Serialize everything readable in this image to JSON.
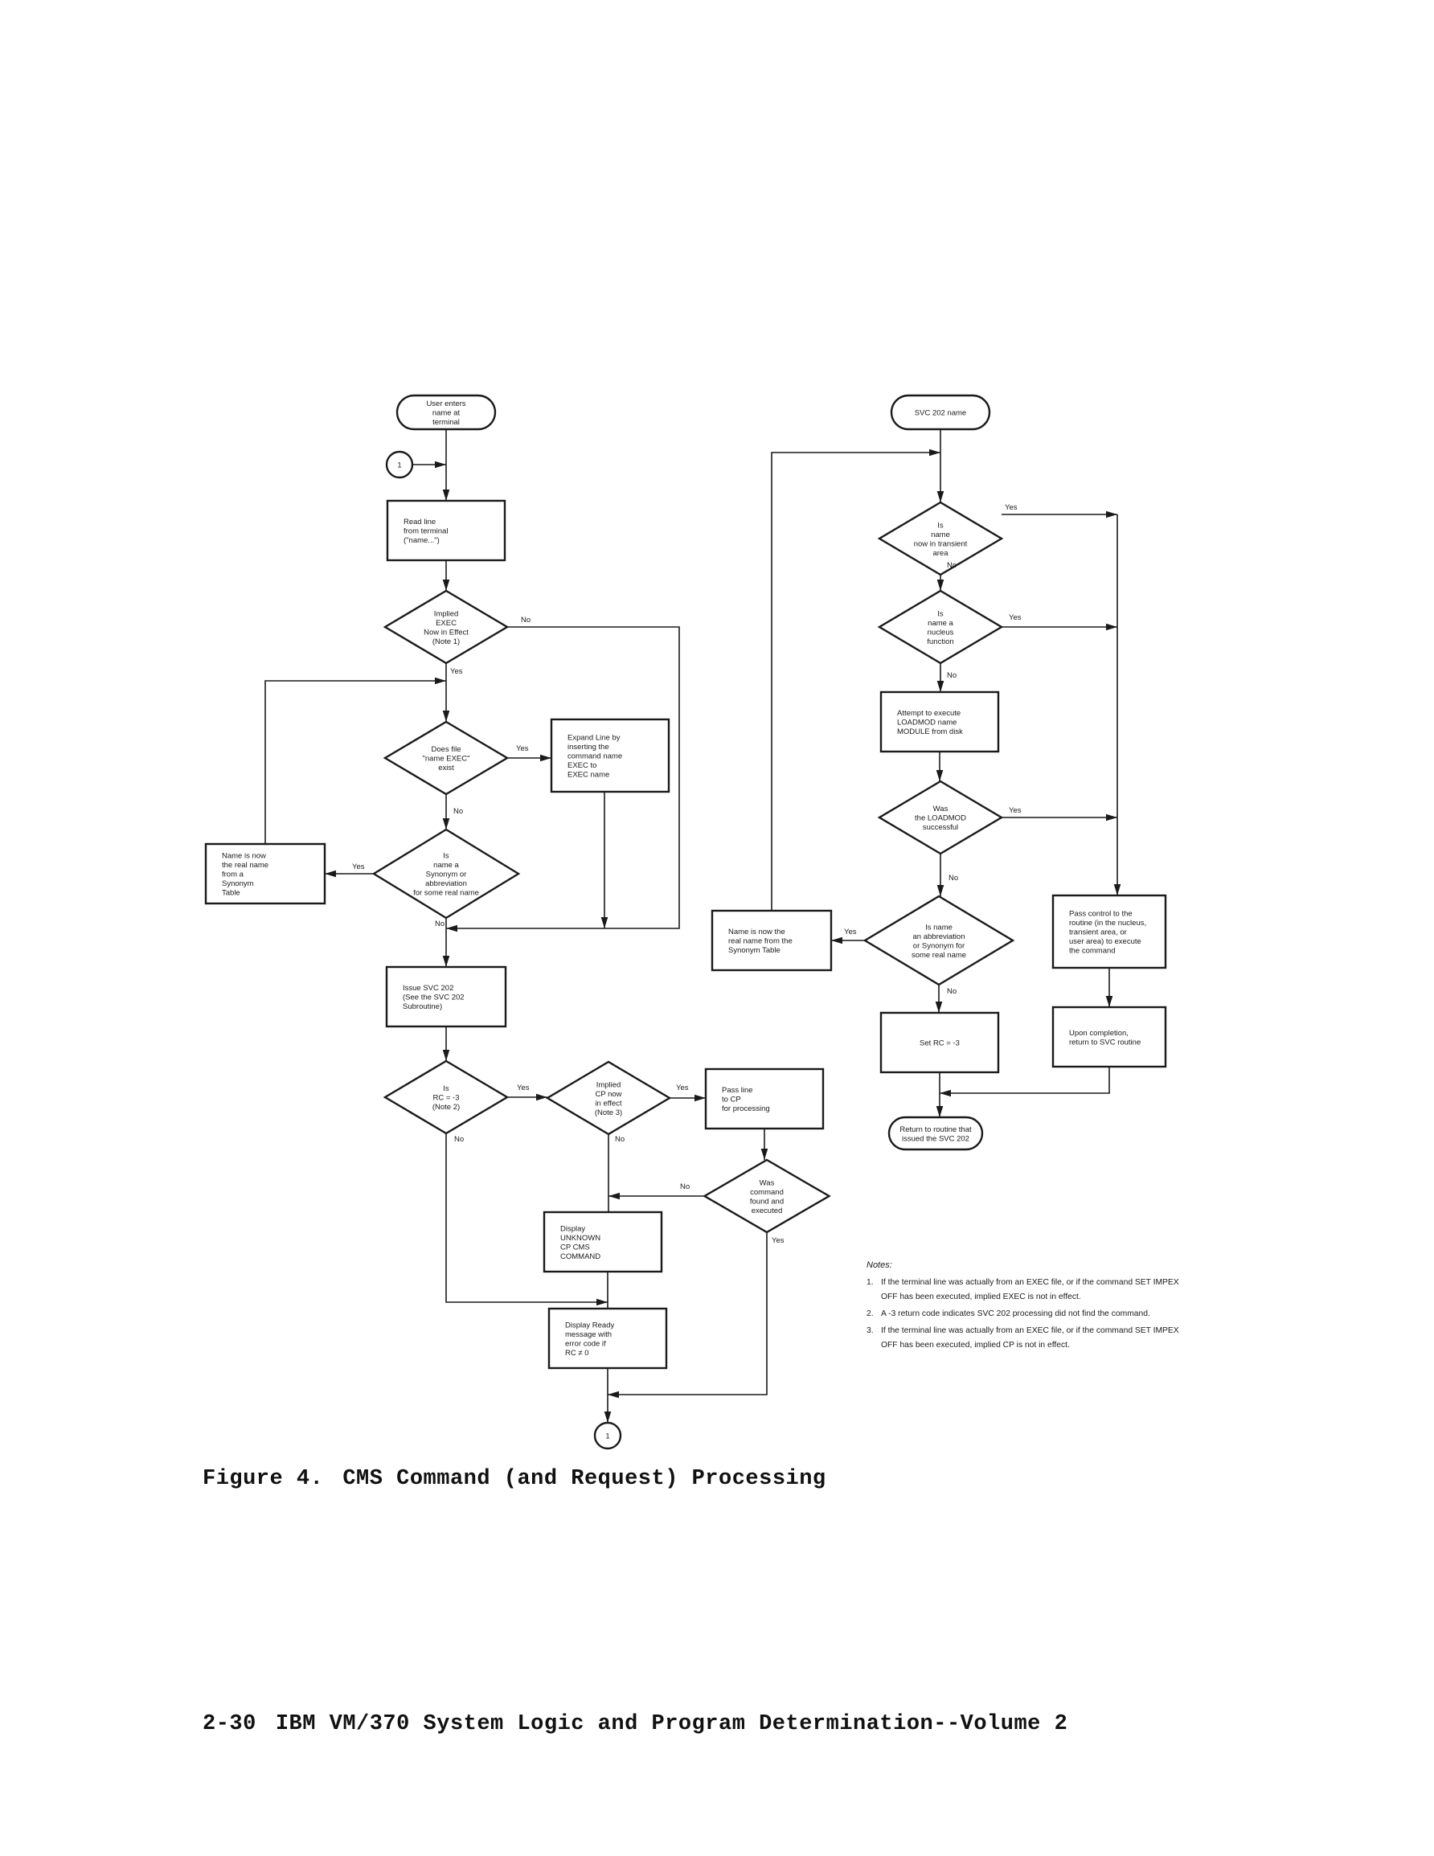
{
  "figure": {
    "caption_number": "Figure 4.",
    "caption_title": "CMS Command (and Request) Processing"
  },
  "footer": {
    "page_number": "2-30",
    "book_title": "IBM VM/370 System Logic and Program Determination--Volume 2"
  },
  "flowchart": {
    "nodes": [
      {
        "id": "start",
        "type": "terminal",
        "lines": [
          "User enters",
          "name at",
          "terminal"
        ]
      },
      {
        "id": "conn1_in",
        "type": "connector",
        "lines": [
          "1"
        ]
      },
      {
        "id": "read",
        "type": "process",
        "lines": [
          "Read line",
          "from terminal",
          "(\"name...\")"
        ]
      },
      {
        "id": "impexec",
        "type": "decision",
        "lines": [
          "Implied",
          "EXEC",
          "Now in Effect",
          "(Note 1)"
        ]
      },
      {
        "id": "execfile",
        "type": "decision",
        "lines": [
          "Does file",
          "\"name EXEC\"",
          "exist"
        ]
      },
      {
        "id": "expand",
        "type": "process",
        "lines": [
          "Expand Line by",
          "inserting the",
          "command name",
          "EXEC to",
          "EXEC name"
        ]
      },
      {
        "id": "synonym",
        "type": "decision",
        "lines": [
          "Is",
          "name a",
          "Synonym or",
          "abbreviation",
          "for some real name"
        ]
      },
      {
        "id": "realname",
        "type": "process",
        "lines": [
          "Name is now",
          "the real name",
          "from a",
          "Synonym",
          "Table"
        ]
      },
      {
        "id": "issue",
        "type": "process",
        "lines": [
          "Issue SVC 202",
          "(See the SVC 202",
          "Subroutine)"
        ]
      },
      {
        "id": "rc3",
        "type": "decision",
        "lines": [
          "Is",
          "RC = -3",
          "(Note 2)"
        ]
      },
      {
        "id": "impcp",
        "type": "decision",
        "lines": [
          "Implied",
          "CP now",
          "in effect",
          "(Note 3)"
        ]
      },
      {
        "id": "passcp",
        "type": "process",
        "lines": [
          "Pass line",
          "to CP",
          "for processing"
        ]
      },
      {
        "id": "found",
        "type": "decision",
        "lines": [
          "Was",
          "command",
          "found and",
          "executed"
        ]
      },
      {
        "id": "unknown",
        "type": "process",
        "lines": [
          "Display",
          "UNKNOWN",
          "CP CMS",
          "COMMAND"
        ]
      },
      {
        "id": "ready",
        "type": "process",
        "lines": [
          "Display Ready",
          "message with",
          "error code if",
          "RC ≠ 0"
        ]
      },
      {
        "id": "conn1_out",
        "type": "connector",
        "lines": [
          "1"
        ]
      },
      {
        "id": "svcstart",
        "type": "terminal",
        "lines": [
          "SVC 202 name"
        ]
      },
      {
        "id": "transient",
        "type": "decision",
        "lines": [
          "Is",
          "name",
          "now in transient",
          "area"
        ]
      },
      {
        "id": "nucleus",
        "type": "decision",
        "lines": [
          "Is",
          "name a",
          "nucleus",
          "function"
        ]
      },
      {
        "id": "loadmod",
        "type": "process",
        "lines": [
          "Attempt to execute",
          "LOADMOD name",
          "MODULE from disk"
        ]
      },
      {
        "id": "loadok",
        "type": "decision",
        "lines": [
          "Was",
          "the LOADMOD",
          "successful"
        ]
      },
      {
        "id": "abbrev",
        "type": "decision",
        "lines": [
          "Is name",
          "an abbreviation",
          "or Synonym for",
          "some real name"
        ]
      },
      {
        "id": "realname2",
        "type": "process",
        "lines": [
          "Name is now the",
          "real name from the",
          "Synonym Table"
        ]
      },
      {
        "id": "setrc",
        "type": "process",
        "lines": [
          "Set RC = -3"
        ]
      },
      {
        "id": "passctl",
        "type": "process",
        "lines": [
          "Pass control to the",
          "routine (in the nucleus,",
          "transient area, or",
          "user area) to execute",
          "the command"
        ]
      },
      {
        "id": "upon",
        "type": "process",
        "lines": [
          "Upon completion,",
          "return to SVC routine"
        ]
      },
      {
        "id": "return",
        "type": "terminal",
        "lines": [
          "Return to routine that",
          "issued the SVC 202"
        ]
      }
    ],
    "edge_labels": {
      "impexec_no": "No",
      "impexec_yes": "Yes",
      "execfile_yes": "Yes",
      "execfile_no": "No",
      "synonym_yes": "Yes",
      "synonym_no": "No",
      "rc3_yes": "Yes",
      "rc3_no": "No",
      "impcp_yes": "Yes",
      "impcp_no": "No",
      "found_no": "No",
      "found_yes": "Yes",
      "transient_yes": "Yes",
      "transient_no": "No",
      "nucleus_yes": "Yes",
      "nucleus_no": "No",
      "loadok_yes": "Yes",
      "loadok_no": "No",
      "abbrev_yes": "Yes",
      "abbrev_no": "No"
    }
  },
  "notes": {
    "title": "Notes:",
    "items": [
      {
        "num": "1.",
        "text": "If the terminal line was actually from an EXEC file, or if the command SET IMPEX OFF has been executed, implied EXEC is not in effect."
      },
      {
        "num": "2.",
        "text": "A -3 return code indicates SVC 202 processing did not find the command."
      },
      {
        "num": "3.",
        "text": "If the terminal line was actually from an EXEC file, or if the command SET IMPEX OFF has been executed, implied CP is not in effect."
      }
    ]
  }
}
